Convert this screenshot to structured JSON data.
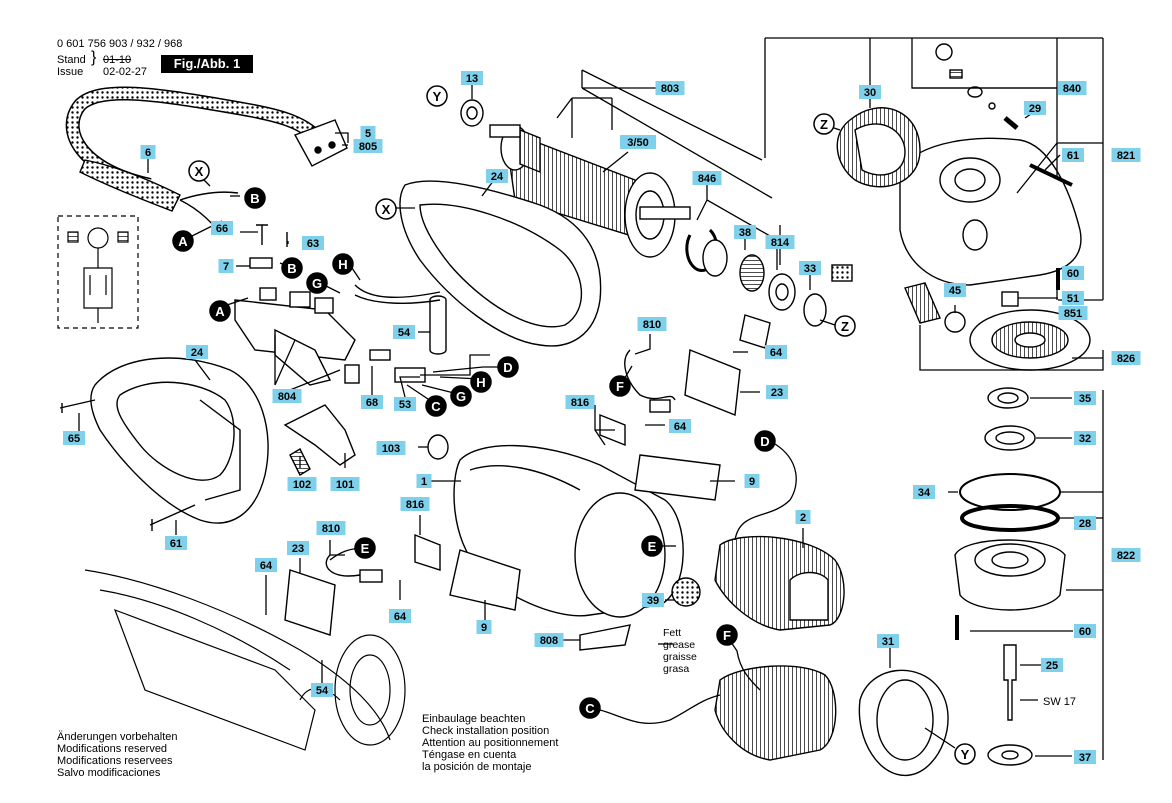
{
  "header": {
    "part_numbers": "0 601 756 903 / 932 / 968",
    "stand_label": "Stand",
    "issue_label": "Issue",
    "old_date": "01-10",
    "date": "02-02-27",
    "fig_label": "Fig./Abb. 1"
  },
  "notes": {
    "modifications": [
      "Änderungen vorbehalten",
      "Modifications reserved",
      "Modifications reservees",
      "Salvo modificaciones"
    ],
    "installation": [
      "Einbaulage beachten",
      "Check installation position",
      "Attention au positionnement",
      "Téngase en cuenta",
      "la posición de montaje"
    ],
    "grease": [
      "Fett",
      "grease",
      "graisse",
      "grasa"
    ],
    "sw": "SW 17"
  },
  "labels": [
    {
      "id": "13",
      "text": "13"
    },
    {
      "id": "803",
      "text": "803"
    },
    {
      "id": "3_50",
      "text": "3/50"
    },
    {
      "id": "5",
      "text": "5"
    },
    {
      "id": "805",
      "text": "805"
    },
    {
      "id": "6",
      "text": "6"
    },
    {
      "id": "24a",
      "text": "24"
    },
    {
      "id": "846",
      "text": "846"
    },
    {
      "id": "38",
      "text": "38"
    },
    {
      "id": "814",
      "text": "814"
    },
    {
      "id": "33",
      "text": "33"
    },
    {
      "id": "30",
      "text": "30"
    },
    {
      "id": "840",
      "text": "840"
    },
    {
      "id": "29",
      "text": "29"
    },
    {
      "id": "61a",
      "text": "61"
    },
    {
      "id": "821",
      "text": "821"
    },
    {
      "id": "60a",
      "text": "60"
    },
    {
      "id": "51",
      "text": "51"
    },
    {
      "id": "851",
      "text": "851"
    },
    {
      "id": "45",
      "text": "45"
    },
    {
      "id": "826",
      "text": "826"
    },
    {
      "id": "66",
      "text": "66"
    },
    {
      "id": "63",
      "text": "63"
    },
    {
      "id": "7",
      "text": "7"
    },
    {
      "id": "54a",
      "text": "54"
    },
    {
      "id": "810a",
      "text": "810"
    },
    {
      "id": "64a",
      "text": "64"
    },
    {
      "id": "23a",
      "text": "23"
    },
    {
      "id": "24b",
      "text": "24"
    },
    {
      "id": "804",
      "text": "804"
    },
    {
      "id": "68",
      "text": "68"
    },
    {
      "id": "53",
      "text": "53"
    },
    {
      "id": "816a",
      "text": "816"
    },
    {
      "id": "64b",
      "text": "64"
    },
    {
      "id": "65",
      "text": "65"
    },
    {
      "id": "103",
      "text": "103"
    },
    {
      "id": "102",
      "text": "102"
    },
    {
      "id": "101",
      "text": "101"
    },
    {
      "id": "1",
      "text": "1"
    },
    {
      "id": "9a",
      "text": "9"
    },
    {
      "id": "2",
      "text": "2"
    },
    {
      "id": "61b",
      "text": "61"
    },
    {
      "id": "810b",
      "text": "810"
    },
    {
      "id": "816b",
      "text": "816"
    },
    {
      "id": "23b",
      "text": "23"
    },
    {
      "id": "64c",
      "text": "64"
    },
    {
      "id": "64d",
      "text": "64"
    },
    {
      "id": "9b",
      "text": "9"
    },
    {
      "id": "808",
      "text": "808"
    },
    {
      "id": "39",
      "text": "39"
    },
    {
      "id": "54b",
      "text": "54"
    },
    {
      "id": "35",
      "text": "35"
    },
    {
      "id": "32",
      "text": "32"
    },
    {
      "id": "34",
      "text": "34"
    },
    {
      "id": "28",
      "text": "28"
    },
    {
      "id": "822",
      "text": "822"
    },
    {
      "id": "60b",
      "text": "60"
    },
    {
      "id": "31",
      "text": "31"
    },
    {
      "id": "25",
      "text": "25"
    },
    {
      "id": "37",
      "text": "37"
    }
  ],
  "markers": [
    {
      "id": "Y1",
      "text": "Y"
    },
    {
      "id": "X1",
      "text": "X"
    },
    {
      "id": "B1",
      "text": "B"
    },
    {
      "id": "A1",
      "text": "A"
    },
    {
      "id": "X2",
      "text": "X"
    },
    {
      "id": "Z1",
      "text": "Z"
    },
    {
      "id": "Z2",
      "text": "Z"
    },
    {
      "id": "H1",
      "text": "H"
    },
    {
      "id": "G1",
      "text": "G"
    },
    {
      "id": "B2",
      "text": "B"
    },
    {
      "id": "A2",
      "text": "A"
    },
    {
      "id": "F1",
      "text": "F"
    },
    {
      "id": "D1",
      "text": "D"
    },
    {
      "id": "H2",
      "text": "H"
    },
    {
      "id": "G2",
      "text": "G"
    },
    {
      "id": "C1",
      "text": "C"
    },
    {
      "id": "D2",
      "text": "D"
    },
    {
      "id": "E1",
      "text": "E"
    },
    {
      "id": "E2",
      "text": "E"
    },
    {
      "id": "F2",
      "text": "F"
    },
    {
      "id": "C2",
      "text": "C"
    },
    {
      "id": "Y2",
      "text": "Y"
    }
  ]
}
